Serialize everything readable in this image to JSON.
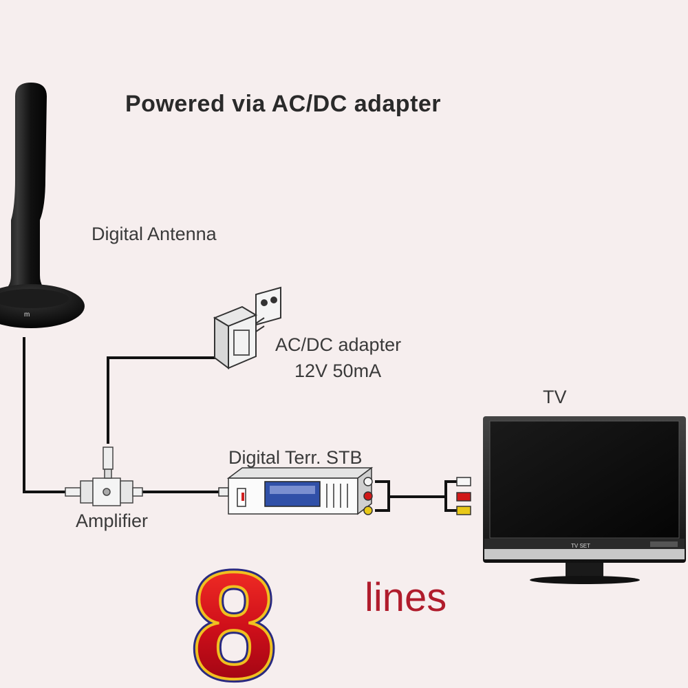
{
  "title": "Powered  via AC/DC adapter",
  "labels": {
    "antenna": "Digital Antenna",
    "adapter_line1": "AC/DC adapter",
    "adapter_line2": "12V 50mA",
    "tv": "TV",
    "stb": "Digital Terr. STB",
    "amplifier": "Amplifier"
  },
  "badge": {
    "number": "8",
    "caption": "lines"
  },
  "tv_brand": "TV SET",
  "colors": {
    "background": "#f6eeee",
    "badge_red": "#d0101a",
    "badge_gold": "#f0c020",
    "badge_outline": "#2a2a80",
    "caption_red": "#b01c2c"
  },
  "icons": [
    "antenna-icon",
    "power-adapter-icon",
    "amplifier-icon",
    "set-top-box-icon",
    "television-icon"
  ]
}
